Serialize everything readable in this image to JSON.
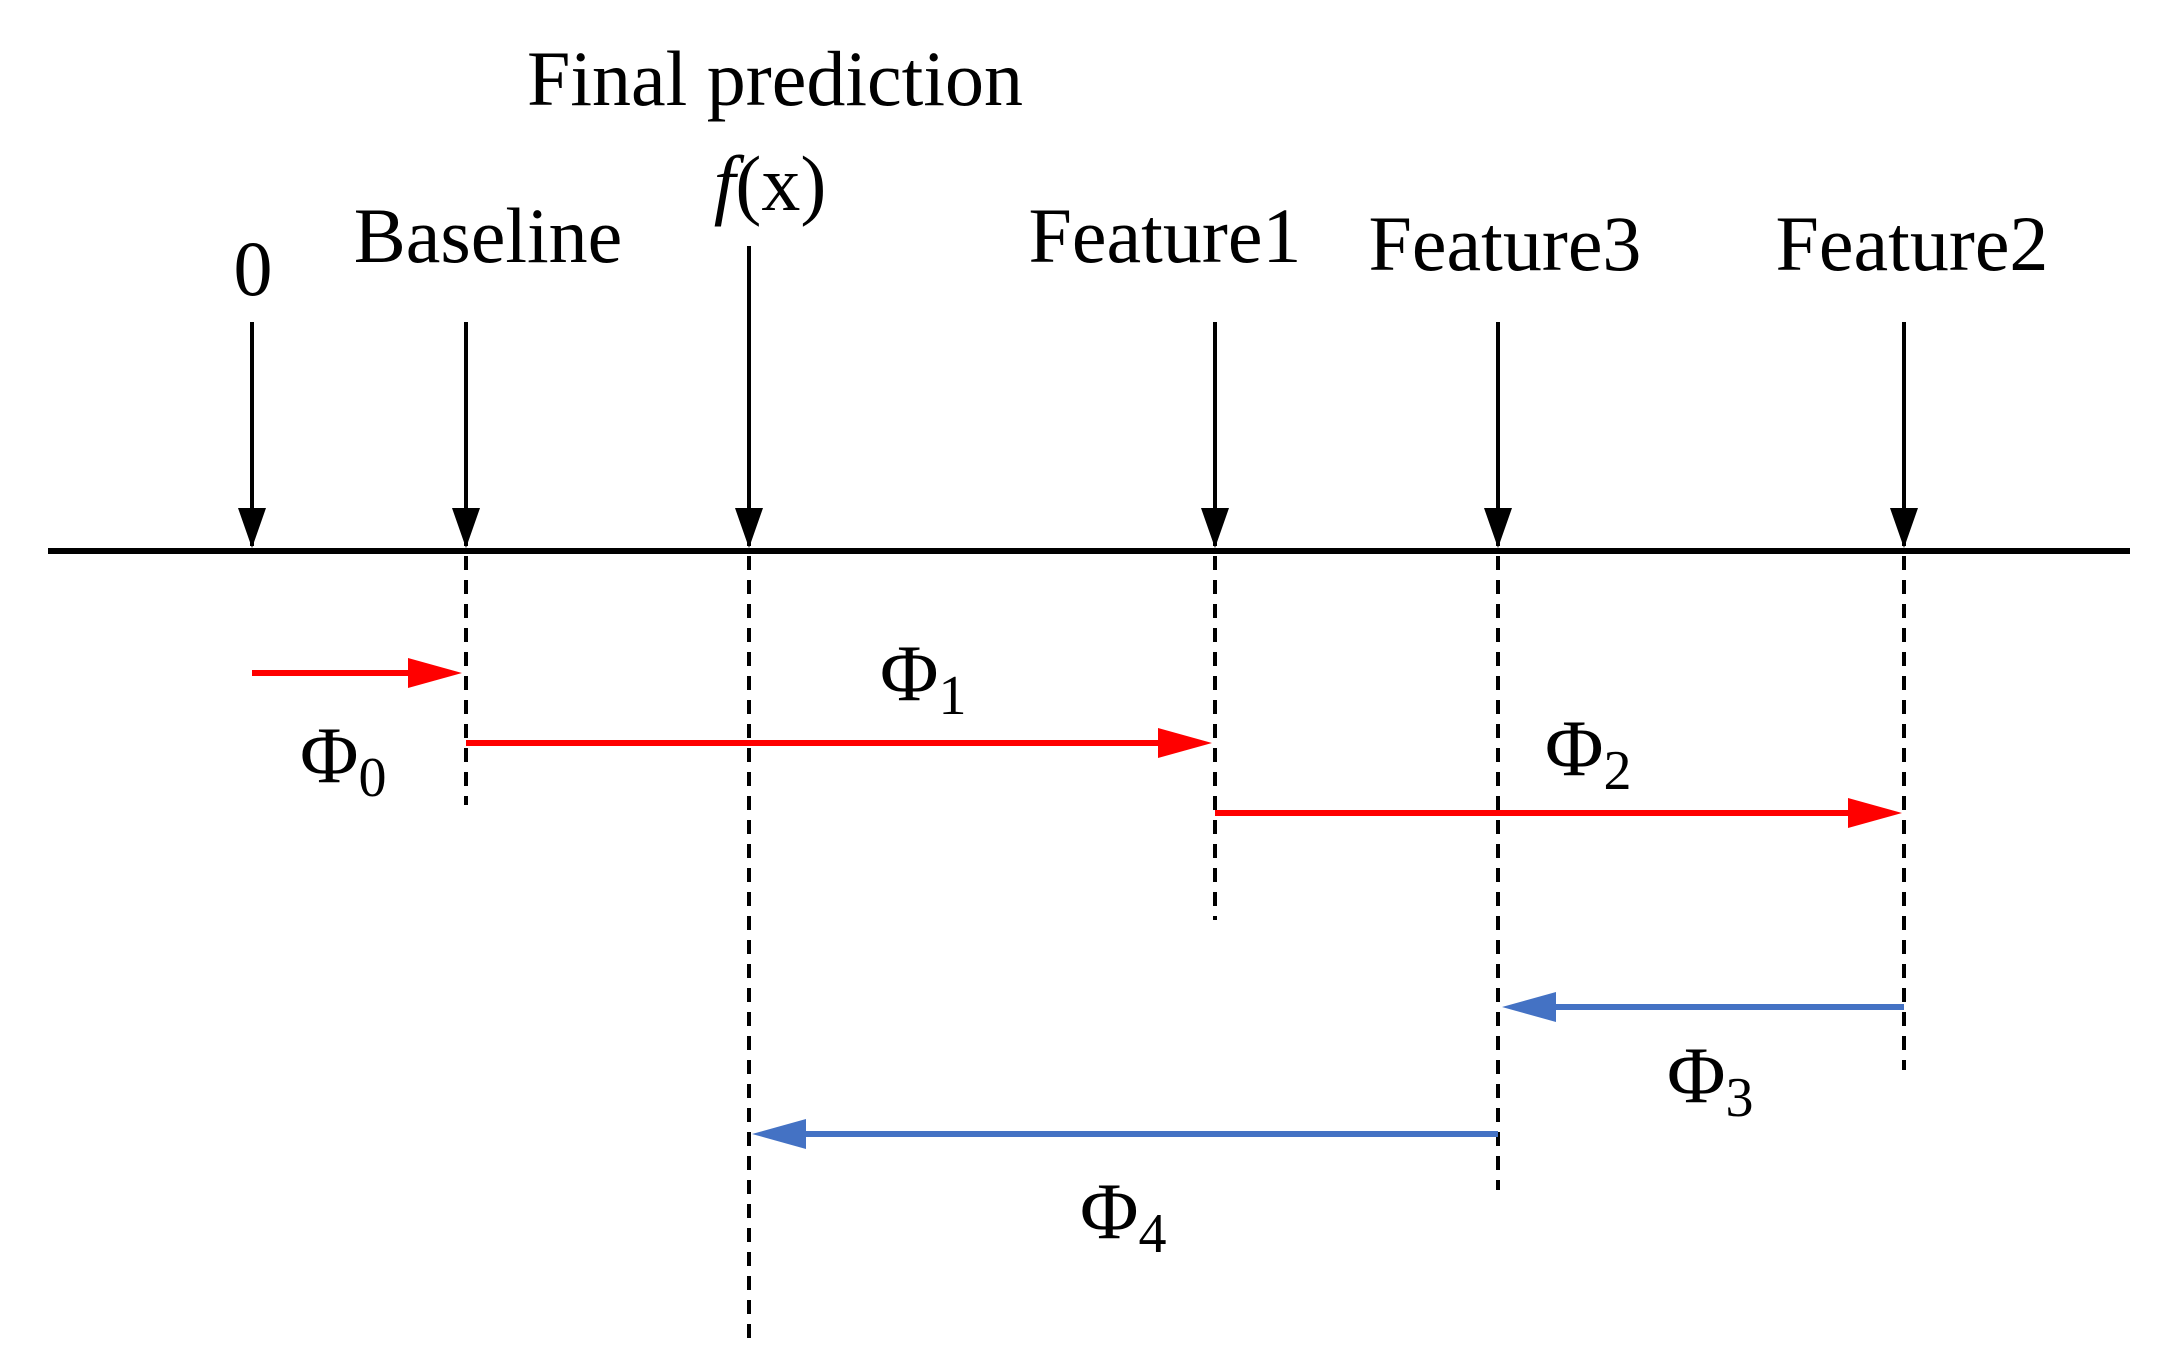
{
  "diagram": {
    "labels": {
      "final_prediction_title": "Final prediction",
      "final_prediction_f": "f",
      "final_prediction_x": "(x)",
      "zero": "0",
      "baseline": "Baseline",
      "feature1": "Feature1",
      "feature3": "Feature3",
      "feature2": "Feature2"
    },
    "contributions": [
      {
        "symbol": "Φ",
        "subscript": "0",
        "direction": "positive"
      },
      {
        "symbol": "Φ",
        "subscript": "1",
        "direction": "positive"
      },
      {
        "symbol": "Φ",
        "subscript": "2",
        "direction": "positive"
      },
      {
        "symbol": "Φ",
        "subscript": "3",
        "direction": "negative"
      },
      {
        "symbol": "Φ",
        "subscript": "4",
        "direction": "negative"
      }
    ],
    "colors": {
      "axis": "#000000",
      "positive": "#ff0000",
      "negative": "#4472c4"
    }
  }
}
